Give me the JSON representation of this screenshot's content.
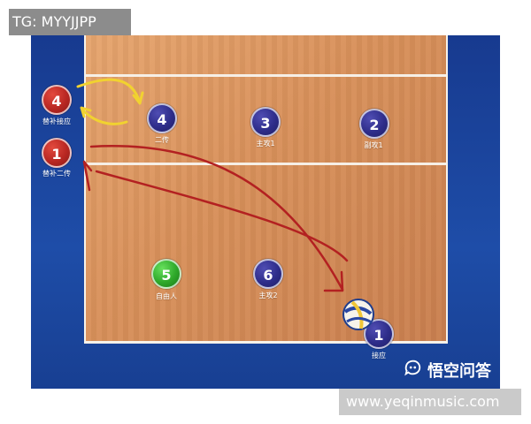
{
  "watermarks": {
    "top": "TG: MYYJJPP",
    "bottom": "www.yeqinmusic.com"
  },
  "players": {
    "sub_4": {
      "number": "4",
      "label": "替补接应"
    },
    "sub_1": {
      "number": "1",
      "label": "替补二传"
    },
    "p4": {
      "number": "4",
      "label": "二传"
    },
    "p3": {
      "number": "3",
      "label": "主攻1"
    },
    "p2": {
      "number": "2",
      "label": "副攻1"
    },
    "p5": {
      "number": "5",
      "label": "自由人"
    },
    "p6": {
      "number": "6",
      "label": "主攻2"
    },
    "p1": {
      "number": "1",
      "label": "接应"
    }
  },
  "branding": {
    "text": "悟空问答",
    "icon": "wukong-qa-logo-icon"
  },
  "colors": {
    "court_orange": "#d8905a",
    "court_line": "#f6efe6",
    "court_blue": "#1e4da8",
    "player_red": "#b92722",
    "player_blue": "#2e2d8a",
    "player_green": "#2ea82a",
    "arrow_red": "#b32121",
    "arrow_yellow": "#f1d230"
  },
  "icons": {
    "ball": "volleyball-icon",
    "yellow_arrows": "swap-arrows-icon",
    "red_arrows": "movement-arrows-icon"
  }
}
